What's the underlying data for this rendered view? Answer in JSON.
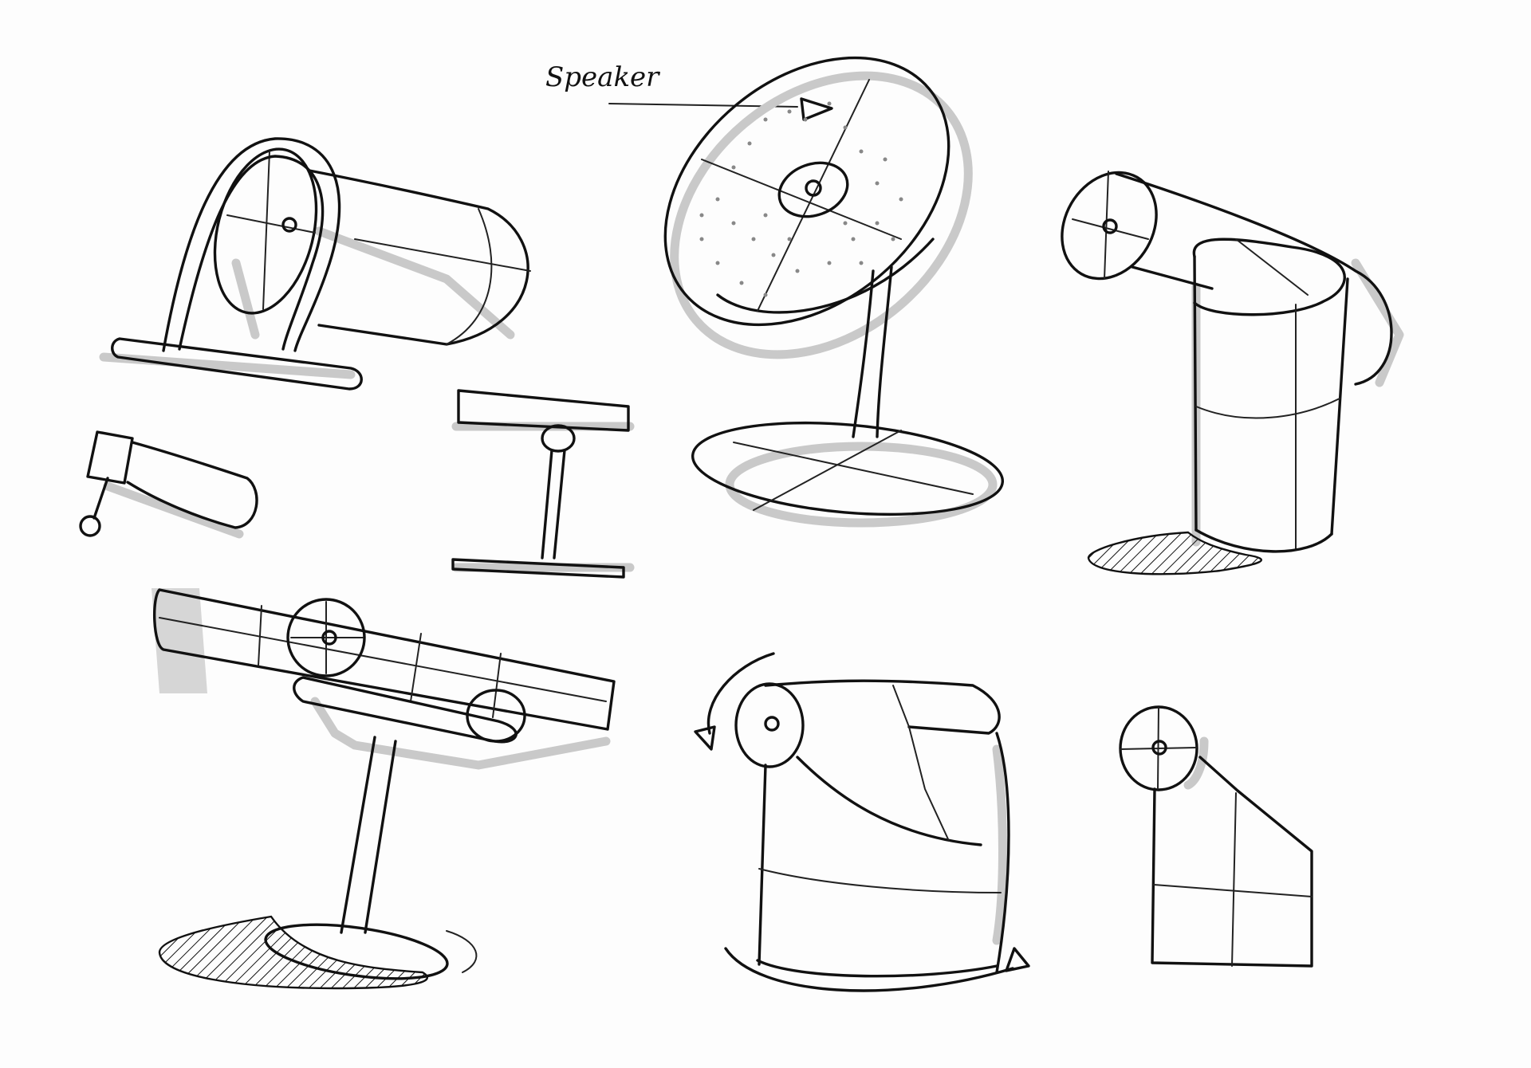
{
  "annotation": {
    "label": "Speaker"
  },
  "sketches": [
    {
      "name": "tilted-cylinder-on-t-bar-stand"
    },
    {
      "name": "small-handle-part"
    },
    {
      "name": "t-shaped-pedestal-part"
    },
    {
      "name": "dish-speaker-on-round-base"
    },
    {
      "name": "horizontal-cylinder-on-vertical-column"
    },
    {
      "name": "barrel-speaker-on-pedestal"
    },
    {
      "name": "rotating-block-speaker"
    },
    {
      "name": "wedge-speaker"
    }
  ],
  "colors": {
    "ink": "#111111",
    "marker_grey": "#c9c9c9",
    "paper": "#fdfdfd"
  }
}
